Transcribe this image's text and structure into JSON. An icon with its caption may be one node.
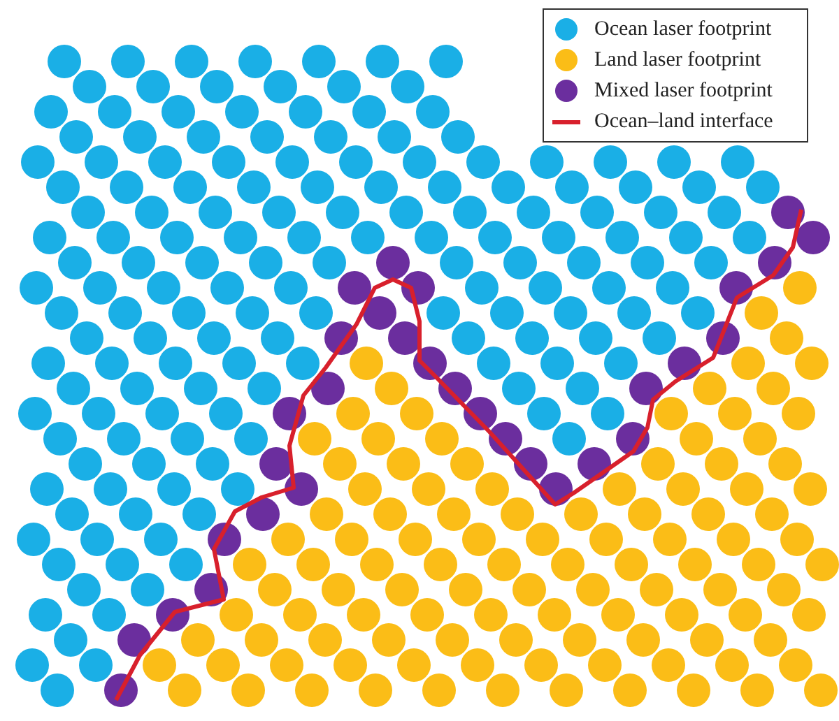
{
  "diagram": {
    "legend": [
      {
        "text": "Ocean laser footprint",
        "color": "#1aafe6"
      },
      {
        "text": "Land laser footprint",
        "color": "#fbbd17"
      },
      {
        "text": "Mixed laser footprint",
        "color": "#6b2e9e"
      },
      {
        "text": "Ocean–land interface"
      }
    ]
  }
}
